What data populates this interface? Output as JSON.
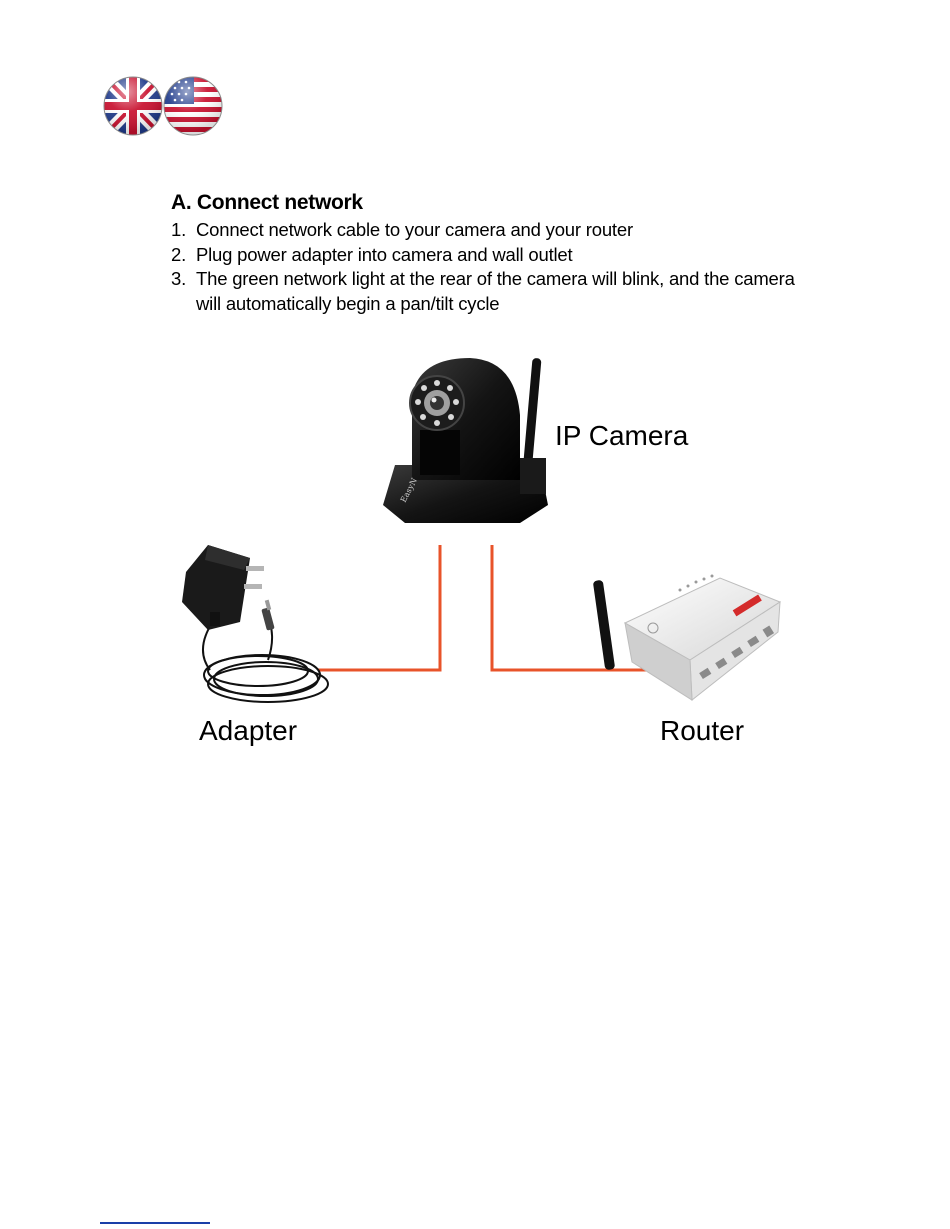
{
  "section": {
    "heading": "A. Connect network",
    "steps": [
      {
        "num": "1.",
        "text": "Connect network cable to your camera and your router"
      },
      {
        "num": "2.",
        "text": "Plug power adapter into camera and wall outlet"
      },
      {
        "num": "3.",
        "text": "The green network light at the rear of the camera will blink, and the camera will automatically begin a pan/tilt cycle"
      }
    ]
  },
  "diagram": {
    "camera_label": "IP Camera",
    "adapter_label": "Adapter",
    "router_label": "Router",
    "camera_brand": "EasyN",
    "cable_color": "#e8532a"
  },
  "icons": {
    "uk_flag": "uk-flag-icon",
    "us_flag": "us-flag-icon"
  }
}
